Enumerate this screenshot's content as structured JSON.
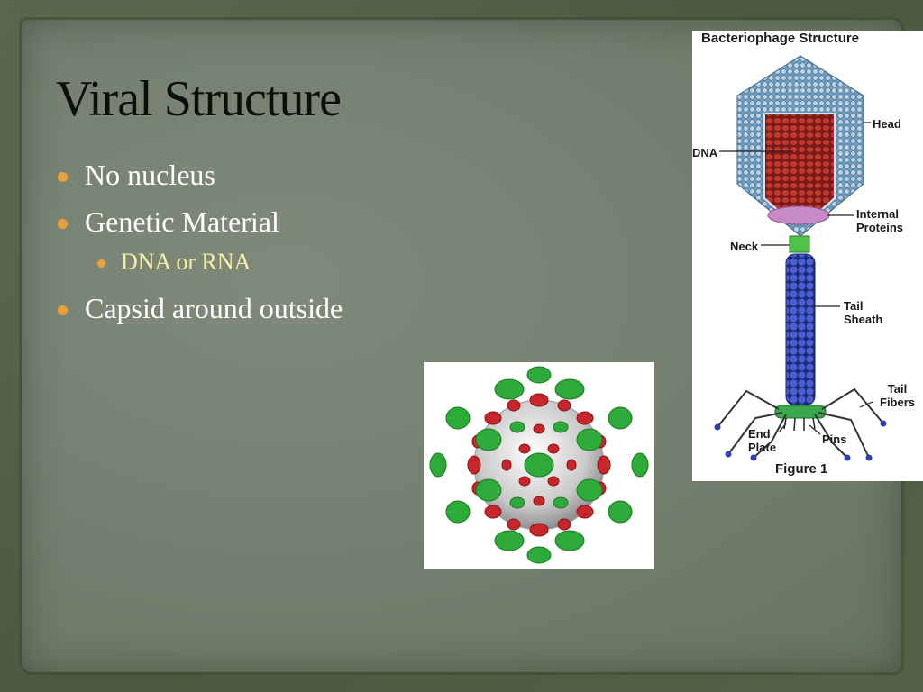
{
  "slide": {
    "title": "Viral Structure",
    "bullets": {
      "b1": "No nucleus",
      "b2": "Genetic Material",
      "b2_sub": "DNA or RNA",
      "b3": "Capsid around outside"
    }
  },
  "phage_figure": {
    "title": "Bacteriophage Structure",
    "labels": {
      "head": "Head",
      "dna": "DNA",
      "internal_proteins_1": "Internal",
      "internal_proteins_2": "Proteins",
      "neck": "Neck",
      "tail_sheath_1": "Tail",
      "tail_sheath_2": "Sheath",
      "tail_fibers_1": "Tail",
      "tail_fibers_2": "Fibers",
      "end_plate_1": "End",
      "end_plate_2": "Plate",
      "pins": "Pins"
    },
    "caption": "Figure 1"
  },
  "colors": {
    "bullet": "#e9a23b",
    "sub_text": "#f4efa8",
    "capsid_red": "#c8262a",
    "capsid_green": "#2eaa3a",
    "sheath_blue": "#3a4fbf"
  }
}
